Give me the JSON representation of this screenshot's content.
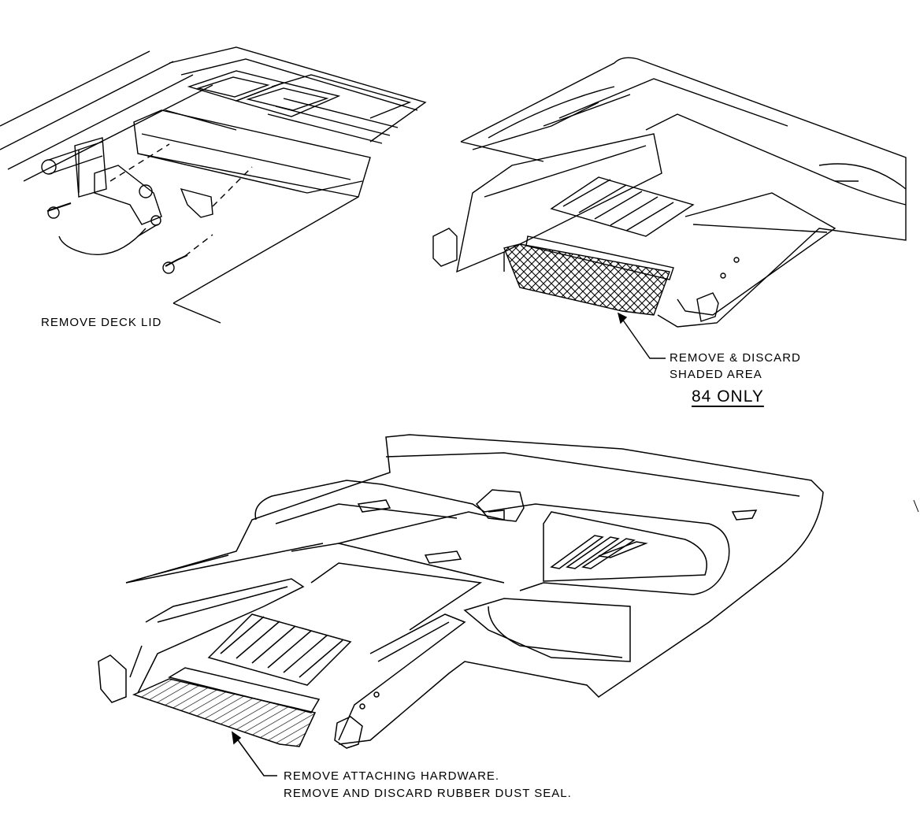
{
  "labels": {
    "deck_lid": "REMOVE DECK LID",
    "shaded_line1": "REMOVE & DISCARD",
    "shaded_line2": "SHADED AREA",
    "year_note": "84 ONLY",
    "hardware_line1": "REMOVE ATTACHING HARDWARE.",
    "hardware_line2": "REMOVE AND DISCARD RUBBER DUST SEAL."
  },
  "colors": {
    "ink": "#000000",
    "paper": "#ffffff"
  }
}
